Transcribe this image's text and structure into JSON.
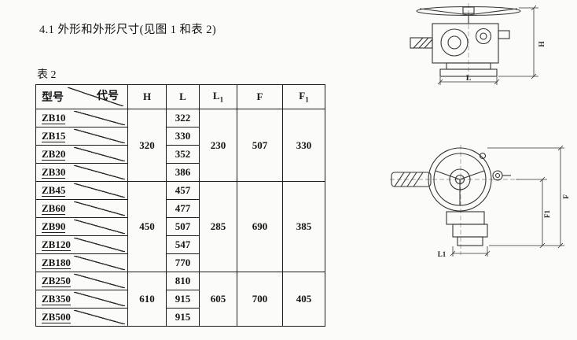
{
  "page": {
    "heading": "4.1 外形和外形尺寸(见图 1 和表 2)",
    "table_label": "表 2"
  },
  "table": {
    "corner": {
      "row_label": "型号",
      "col_label": "代号"
    },
    "columns": [
      {
        "label": "H"
      },
      {
        "label": "L"
      },
      {
        "base": "L",
        "sub": "1"
      },
      {
        "label": "F"
      },
      {
        "base": "F",
        "sub": "1"
      }
    ],
    "groups": [
      {
        "H": "320",
        "L1": "230",
        "F": "507",
        "F1": "330",
        "rows": [
          {
            "model": "ZB10",
            "L": "322"
          },
          {
            "model": "ZB15",
            "L": "330"
          },
          {
            "model": "ZB20",
            "L": "352"
          },
          {
            "model": "ZB30",
            "L": "386"
          }
        ]
      },
      {
        "H": "450",
        "L1": "285",
        "F": "690",
        "F1": "385",
        "rows": [
          {
            "model": "ZB45",
            "L": "457"
          },
          {
            "model": "ZB60",
            "L": "477"
          },
          {
            "model": "ZB90",
            "L": "507"
          },
          {
            "model": "ZB120",
            "L": "547"
          },
          {
            "model": "ZB180",
            "L": "770"
          }
        ]
      },
      {
        "H": "610",
        "L1": "605",
        "F": "700",
        "F1": "405",
        "rows": [
          {
            "model": "ZB250",
            "L": "810"
          },
          {
            "model": "ZB350",
            "L": "915"
          },
          {
            "model": "ZB500",
            "L": "915"
          }
        ]
      }
    ]
  },
  "figures": {
    "fig1": {
      "dim_h": "H",
      "dim_l": "L"
    },
    "fig2": {
      "dim_f": "F",
      "dim_f1": "F1",
      "dim_l1": "L1"
    }
  }
}
